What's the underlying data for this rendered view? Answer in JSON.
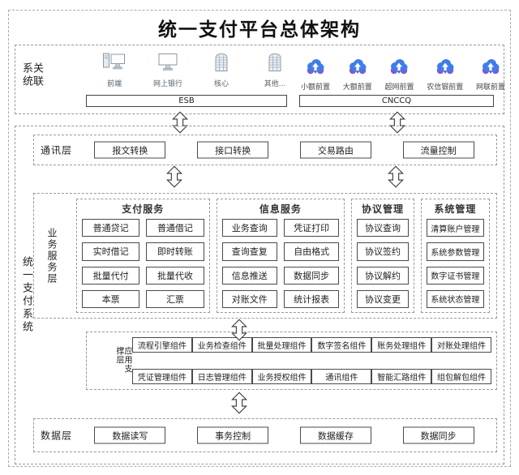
{
  "title": "统一支付平台总体架构",
  "colors": {
    "cloud_blue": "#3f7de8",
    "cloud_purple": "#7b5cd6",
    "box_border": "#4a4a4a",
    "dashed_border": "#999999"
  },
  "related_systems": {
    "label": "关联系统",
    "devices": [
      {
        "label": "前端",
        "icon": "desktop-pc-icon"
      },
      {
        "label": "网上银行",
        "icon": "monitor-icon"
      },
      {
        "label": "核心",
        "icon": "mainframe-icon"
      },
      {
        "label": "其他...",
        "icon": "mainframe-icon"
      }
    ],
    "clouds": [
      "小额前置",
      "大额前置",
      "超网前置",
      "农信银前置",
      "网联前置"
    ],
    "esb_label": "ESB",
    "cnccq_label": "CNCCQ"
  },
  "payment_system": {
    "label": "统一支付系统",
    "comm_layer": {
      "label": "通讯层",
      "items": [
        "报文转换",
        "接口转换",
        "交易路由",
        "流量控制"
      ]
    },
    "business_layer": {
      "label": "业务服务层",
      "groups": [
        {
          "title": "支付服务",
          "columns": 2,
          "items": [
            "普通贷记",
            "普通借记",
            "实时借记",
            "即时转账",
            "批量代付",
            "批量代收",
            "本票",
            "汇票"
          ]
        },
        {
          "title": "信息服务",
          "columns": 2,
          "items": [
            "业务查询",
            "凭证打印",
            "查询查复",
            "自由格式",
            "信息推送",
            "数据同步",
            "对账文件",
            "统计报表"
          ]
        },
        {
          "title": "协议管理",
          "columns": 1,
          "items": [
            "协议查询",
            "协议签约",
            "协议解约",
            "协议变更"
          ]
        },
        {
          "title": "系统管理",
          "columns": 1,
          "items": [
            "清算账户管理",
            "系统参数管理",
            "数字证书管理",
            "系统状态管理"
          ]
        }
      ]
    },
    "app_layer": {
      "label": "应用支撑层",
      "row1": [
        "流程引擎组件",
        "业务检查组件",
        "批量处理组件",
        "数字签名组件",
        "账务处理组件",
        "对账处理组件"
      ],
      "row2": [
        "凭证管理组件",
        "日志管理组件",
        "业务授权组件",
        "通讯组件",
        "智能汇路组件",
        "组包解包组件"
      ]
    },
    "data_layer": {
      "label": "数据层",
      "items": [
        "数据读写",
        "事务控制",
        "数据缓存",
        "数据同步"
      ]
    }
  }
}
